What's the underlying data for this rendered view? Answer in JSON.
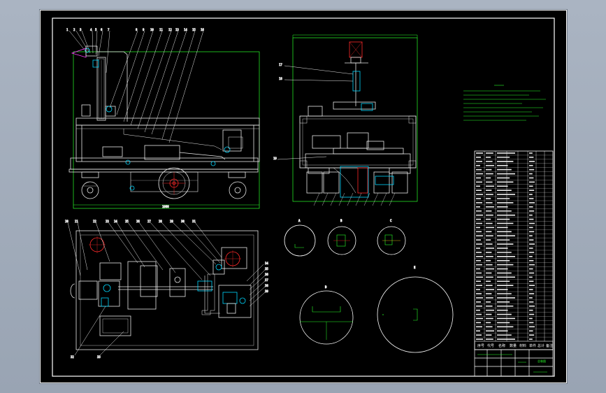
{
  "colors": {
    "frame": "#ffffff",
    "lines": "#e8e8e8",
    "dim": "#29ff29",
    "accent": "#00d8ff",
    "red": "#ff2a2a",
    "yellow": "#ffd21f",
    "magenta": "#ff3cff"
  },
  "bom_header": [
    "序号",
    "代号",
    "名称",
    "数量",
    "材料",
    "单件",
    "总计",
    "备注"
  ],
  "title_block": {
    "drawing_title": "总装图"
  }
}
